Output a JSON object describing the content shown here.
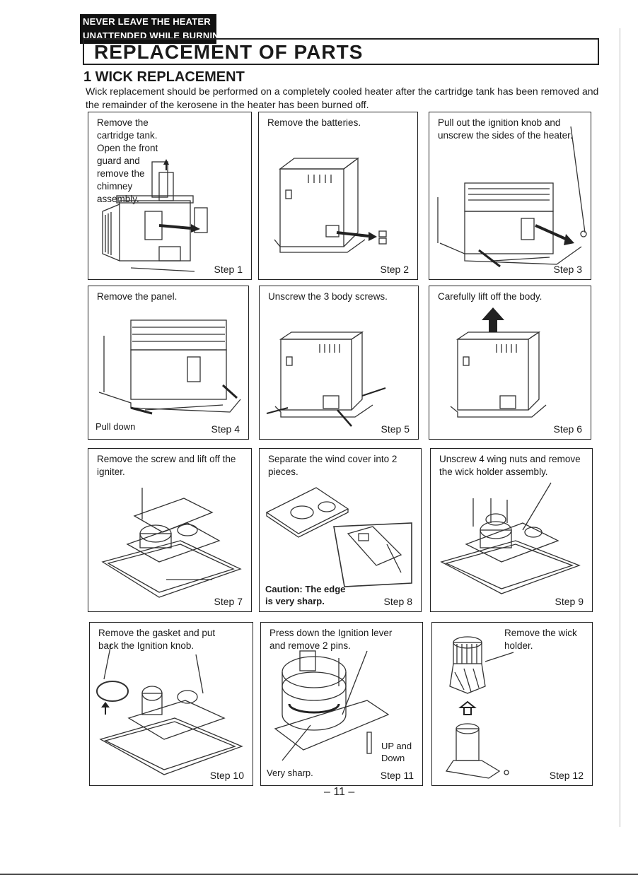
{
  "warning": {
    "line1": "NEVER LEAVE THE HEATER",
    "line2": "UNATTENDED WHILE BURNING!"
  },
  "title": "REPLACEMENT OF PARTS",
  "section": "1 WICK REPLACEMENT",
  "intro": "Wick replacement should be performed on a completely cooled heater after the cartridge tank has been removed and the remainder of the kerosene in the heater has been burned off.",
  "steps": [
    {
      "caption": "Remove the cartridge tank. Open the front guard and remove the chimney assembly.",
      "label": "Step 1"
    },
    {
      "caption": "Remove the batteries.",
      "label": "Step 2"
    },
    {
      "caption": "Pull out the ignition knob and unscrew the sides of the heater.",
      "label": "Step 3"
    },
    {
      "caption": "Remove the panel.",
      "label": "Step 4",
      "note": "Pull down"
    },
    {
      "caption": "Unscrew the 3 body screws.",
      "label": "Step 5"
    },
    {
      "caption": "Carefully lift off the body.",
      "label": "Step 6"
    },
    {
      "caption": "Remove the screw and lift off the igniter.",
      "label": "Step 7"
    },
    {
      "caption": "Separate the wind cover into 2 pieces.",
      "label": "Step 8",
      "note": "Caution: The edge is very sharp."
    },
    {
      "caption": "Unscrew 4 wing nuts and remove the wick holder assembly.",
      "label": "Step 9"
    },
    {
      "caption": "Remove the gasket and put back the Ignition knob.",
      "label": "Step 10"
    },
    {
      "caption": "Press down the Ignition lever and remove 2 pins.",
      "label": "Step 11",
      "note": "Very sharp.",
      "note2": "UP and Down"
    },
    {
      "caption": "Remove the wick holder.",
      "label": "Step 12"
    }
  ],
  "page_number": "– 11 –"
}
